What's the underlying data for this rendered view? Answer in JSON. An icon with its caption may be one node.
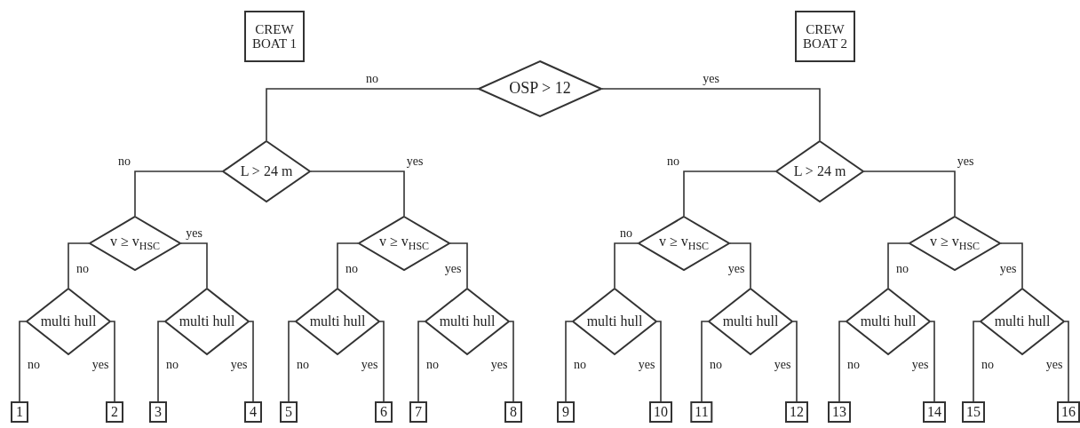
{
  "diagram": {
    "nodes": [
      {
        "text": [
          "CREW BOAT 1"
        ]
      },
      {
        "text": [
          "CREW BOAT 2"
        ]
      },
      {
        "text": [
          "OSP > 12"
        ]
      },
      {
        "text": [
          "L > 24 m"
        ]
      },
      {
        "text": [
          "L > 24 m"
        ]
      },
      {
        "text": [
          "v ≥ v$_{HSC}$"
        ]
      },
      {
        "text": [
          "v ≥ v$_{HSC}$"
        ]
      },
      {
        "text": [
          "v ≥ v$_{HSC}$"
        ]
      },
      {
        "text": [
          "v ≥ v$_{HSC}$"
        ]
      },
      {
        "text": [
          "multi hull"
        ]
      },
      {
        "text": [
          "multi hull"
        ]
      },
      {
        "text": [
          "multi hull"
        ]
      },
      {
        "text": [
          "multi hull"
        ]
      },
      {
        "text": [
          "multi hull"
        ]
      },
      {
        "text": [
          "multi hull"
        ]
      },
      {
        "text": [
          "multi hull"
        ]
      },
      {
        "text": [
          "multi hull"
        ]
      },
      {
        "text": [
          "1"
        ]
      },
      {
        "text": [
          "2"
        ]
      },
      {
        "text": [
          "3"
        ]
      },
      {
        "text": [
          "4"
        ]
      },
      {
        "text": [
          "5"
        ]
      },
      {
        "text": [
          "6"
        ]
      },
      {
        "text": [
          "7"
        ]
      },
      {
        "text": [
          "8"
        ]
      },
      {
        "text": [
          "9"
        ]
      },
      {
        "text": [
          "10"
        ]
      },
      {
        "text": [
          "11"
        ]
      },
      {
        "text": [
          "12"
        ]
      },
      {
        "text": [
          "13"
        ]
      },
      {
        "text": [
          "14"
        ]
      },
      {
        "text": [
          "15"
        ]
      },
      {
        "text": [
          "16"
        ]
      }
    ],
    "edges": [
      {
        "from": 2,
        "to": 3,
        "arrow": "none",
        "label": "no"
      },
      {
        "from": 2,
        "to": 4,
        "arrow": "none",
        "label": "yes"
      },
      {
        "from": 3,
        "to": 5,
        "arrow": "none",
        "label": "no"
      },
      {
        "from": 3,
        "to": 6,
        "arrow": "none",
        "label": "yes"
      },
      {
        "from": 4,
        "to": 7,
        "arrow": "none",
        "label": "no"
      },
      {
        "from": 4,
        "to": 8,
        "arrow": "none",
        "label": "yes"
      },
      {
        "from": 5,
        "to": 9,
        "arrow": "none",
        "label": "no"
      },
      {
        "from": 5,
        "to": 10,
        "arrow": "none",
        "label": "yes"
      },
      {
        "from": 6,
        "to": 11,
        "arrow": "none",
        "label": "no"
      },
      {
        "from": 6,
        "to": 12,
        "arrow": "none",
        "label": "yes"
      },
      {
        "from": 7,
        "to": 13,
        "arrow": "none",
        "label": "no"
      },
      {
        "from": 7,
        "to": 14,
        "arrow": "none",
        "label": "yes"
      },
      {
        "from": 8,
        "to": 15,
        "arrow": "none",
        "label": "no"
      },
      {
        "from": 8,
        "to": 16,
        "arrow": "none",
        "label": "yes"
      },
      {
        "from": 9,
        "to": 17,
        "arrow": "none",
        "label": "no"
      },
      {
        "from": 9,
        "to": 18,
        "arrow": "none",
        "label": "yes"
      },
      {
        "from": 10,
        "to": 19,
        "arrow": "none",
        "label": "no"
      },
      {
        "from": 10,
        "to": 20,
        "arrow": "none",
        "label": "yes"
      },
      {
        "from": 11,
        "to": 21,
        "arrow": "none",
        "label": "no"
      },
      {
        "from": 11,
        "to": 22,
        "arrow": "none",
        "label": "yes"
      },
      {
        "from": 12,
        "to": 23,
        "arrow": "none",
        "label": "no"
      },
      {
        "from": 12,
        "to": 24,
        "arrow": "none",
        "label": "yes"
      },
      {
        "from": 13,
        "to": 25,
        "arrow": "none",
        "label": "no"
      },
      {
        "from": 13,
        "to": 26,
        "arrow": "none",
        "label": "yes"
      },
      {
        "from": 14,
        "to": 27,
        "arrow": "none",
        "label": "no"
      },
      {
        "from": 14,
        "to": 28,
        "arrow": "none",
        "label": "yes"
      },
      {
        "from": 15,
        "to": 29,
        "arrow": "none",
        "label": "no"
      },
      {
        "from": 15,
        "to": 30,
        "arrow": "none",
        "label": "yes"
      },
      {
        "from": 16,
        "to": 31,
        "arrow": "none",
        "label": "no"
      },
      {
        "from": 16,
        "to": 32,
        "arrow": "none",
        "label": "yes"
      }
    ]
  }
}
